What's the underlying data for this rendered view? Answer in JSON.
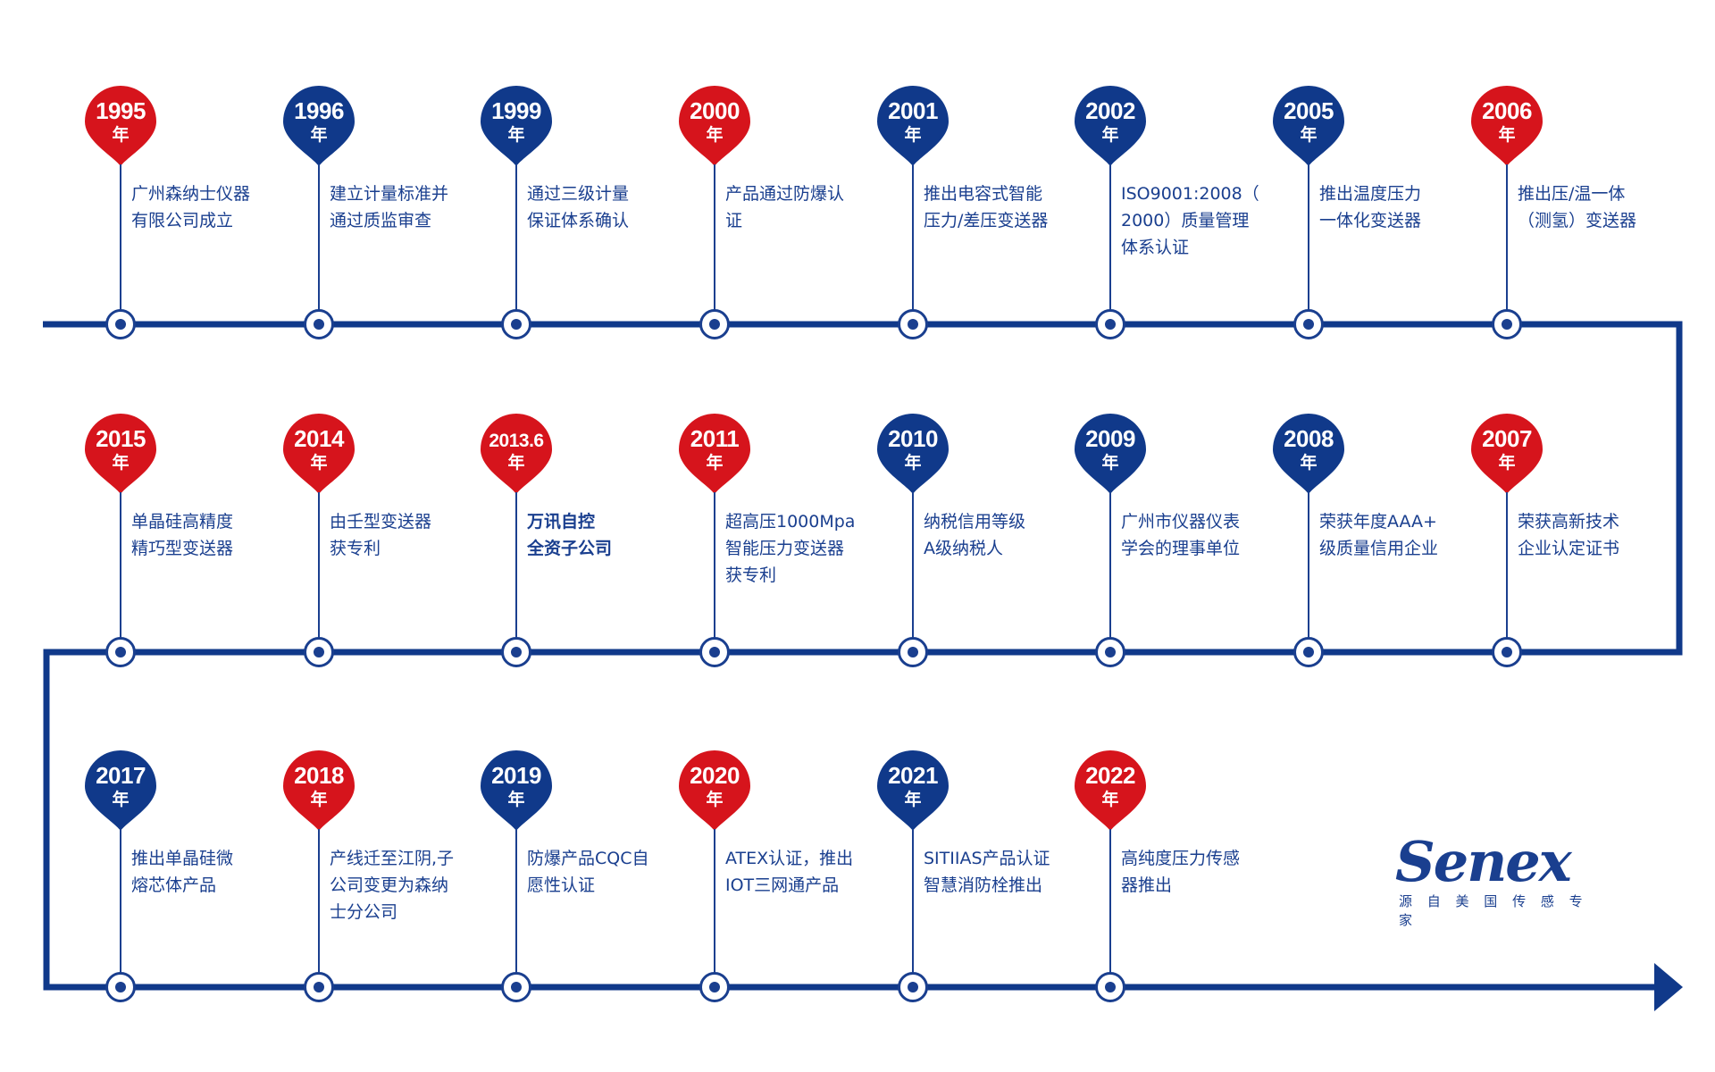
{
  "colors": {
    "red": "#d6141c",
    "blue": "#10398a",
    "line": "#1a3f8f"
  },
  "year_unit": "年",
  "rows": [
    {
      "milestones": [
        {
          "year": "1995",
          "color": "red",
          "lines": [
            "广州森纳士仪器",
            "有限公司成立"
          ]
        },
        {
          "year": "1996",
          "color": "blue",
          "lines": [
            "建立计量标准并",
            "通过质监审查"
          ]
        },
        {
          "year": "1999",
          "color": "blue",
          "lines": [
            "通过三级计量",
            "保证体系确认"
          ]
        },
        {
          "year": "2000",
          "color": "red",
          "lines": [
            "产品通过防爆认",
            "证"
          ]
        },
        {
          "year": "2001",
          "color": "blue",
          "lines": [
            "推出电容式智能",
            "压力/差压变送器"
          ]
        },
        {
          "year": "2002",
          "color": "blue",
          "lines": [
            "ISO9001:2008（",
            "2000）质量管理",
            "体系认证"
          ]
        },
        {
          "year": "2005",
          "color": "blue",
          "lines": [
            "推出温度压力",
            "一体化变送器"
          ]
        },
        {
          "year": "2006",
          "color": "red",
          "lines": [
            "推出压/温一体",
            "（测氢）变送器"
          ]
        }
      ]
    },
    {
      "milestones": [
        {
          "year": "2015",
          "color": "red",
          "lines": [
            "单晶硅高精度",
            "精巧型变送器"
          ]
        },
        {
          "year": "2014",
          "color": "red",
          "lines": [
            "由壬型变送器",
            "获专利"
          ]
        },
        {
          "year": "2013.6",
          "color": "red",
          "lines": [
            "万讯自控",
            "全资子公司"
          ],
          "bold": true
        },
        {
          "year": "2011",
          "color": "red",
          "lines": [
            "超高压1000Mpa",
            "智能压力变送器",
            "获专利"
          ]
        },
        {
          "year": "2010",
          "color": "blue",
          "lines": [
            "纳税信用等级",
            "A级纳税人"
          ]
        },
        {
          "year": "2009",
          "color": "blue",
          "lines": [
            "广州市仪器仪表",
            "学会的理事单位"
          ]
        },
        {
          "year": "2008",
          "color": "blue",
          "lines": [
            "荣获年度AAA+",
            "级质量信用企业"
          ]
        },
        {
          "year": "2007",
          "color": "red",
          "lines": [
            "荣获高新技术",
            "企业认定证书"
          ]
        }
      ]
    },
    {
      "milestones": [
        {
          "year": "2017",
          "color": "blue",
          "lines": [
            "推出单晶硅微",
            "熔芯体产品"
          ]
        },
        {
          "year": "2018",
          "color": "red",
          "lines": [
            "产线迁至江阴,子",
            "公司变更为森纳",
            "士分公司"
          ]
        },
        {
          "year": "2019",
          "color": "blue",
          "lines": [
            "防爆产品CQC自",
            "愿性认证"
          ]
        },
        {
          "year": "2020",
          "color": "red",
          "lines": [
            "ATEX认证，推出",
            "IOT三网通产品"
          ]
        },
        {
          "year": "2021",
          "color": "blue",
          "lines": [
            "SITIIAS产品认证",
            "智慧消防栓推出"
          ]
        },
        {
          "year": "2022",
          "color": "red",
          "lines": [
            "高纯度压力传感",
            "器推出"
          ]
        }
      ]
    }
  ],
  "logo": {
    "wordmark": "Senex",
    "tagline": "源 自 美 国  传 感 专 家"
  }
}
